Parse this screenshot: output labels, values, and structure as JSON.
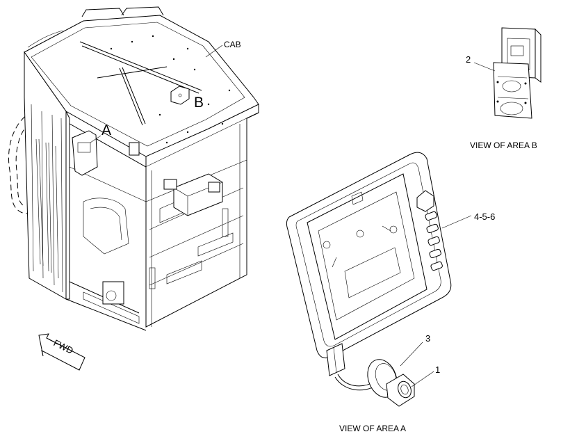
{
  "diagram": {
    "labels": {
      "cab": "CAB",
      "area_a_marker": "A",
      "area_b_marker": "B",
      "fwd": "FWD",
      "callout_2": "2",
      "view_area_b": "VIEW OF AREA B",
      "callout_456": "4-5-6",
      "callout_3": "3",
      "callout_1": "1",
      "view_area_a": "VIEW OF AREA A"
    }
  }
}
